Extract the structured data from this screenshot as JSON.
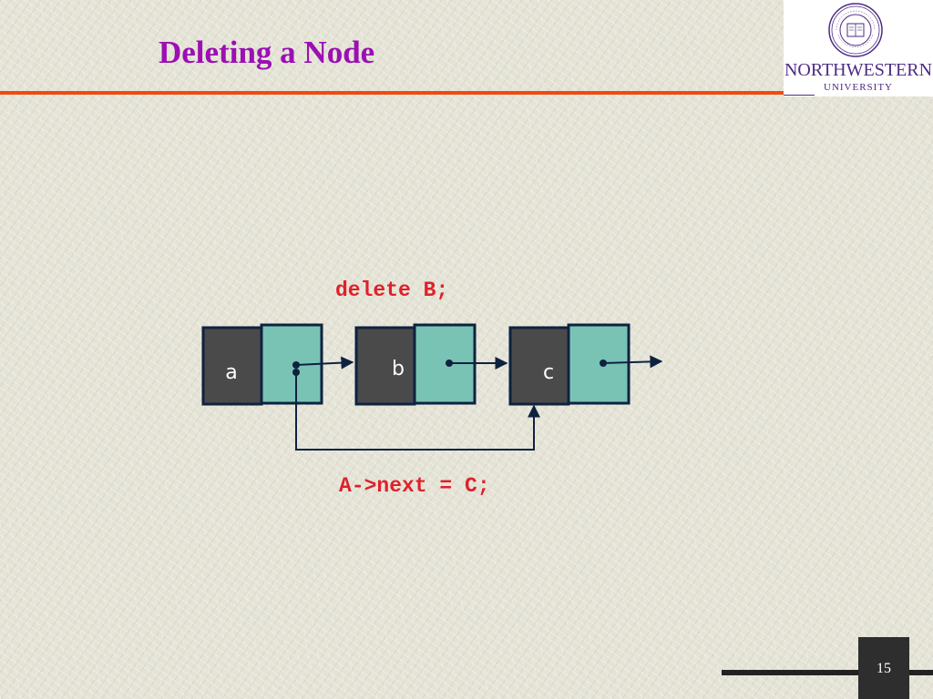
{
  "slide": {
    "title": "Deleting a Node",
    "page_number": "15"
  },
  "logo": {
    "name": "NORTHWESTERN",
    "subtitle": "UNIVERSITY",
    "color": "#4e2a84"
  },
  "code": {
    "delete_stmt": "delete B;",
    "relink_stmt": "A->next = C;"
  },
  "nodes": [
    {
      "label": "a"
    },
    {
      "label": "b"
    },
    {
      "label": "c"
    }
  ],
  "colors": {
    "title": "#9b0fb3",
    "rule": "#f04a14",
    "code": "#e0202a",
    "node_value": "#4a4a4a",
    "node_pointer": "#79c3b5",
    "outline": "#0e2240"
  }
}
